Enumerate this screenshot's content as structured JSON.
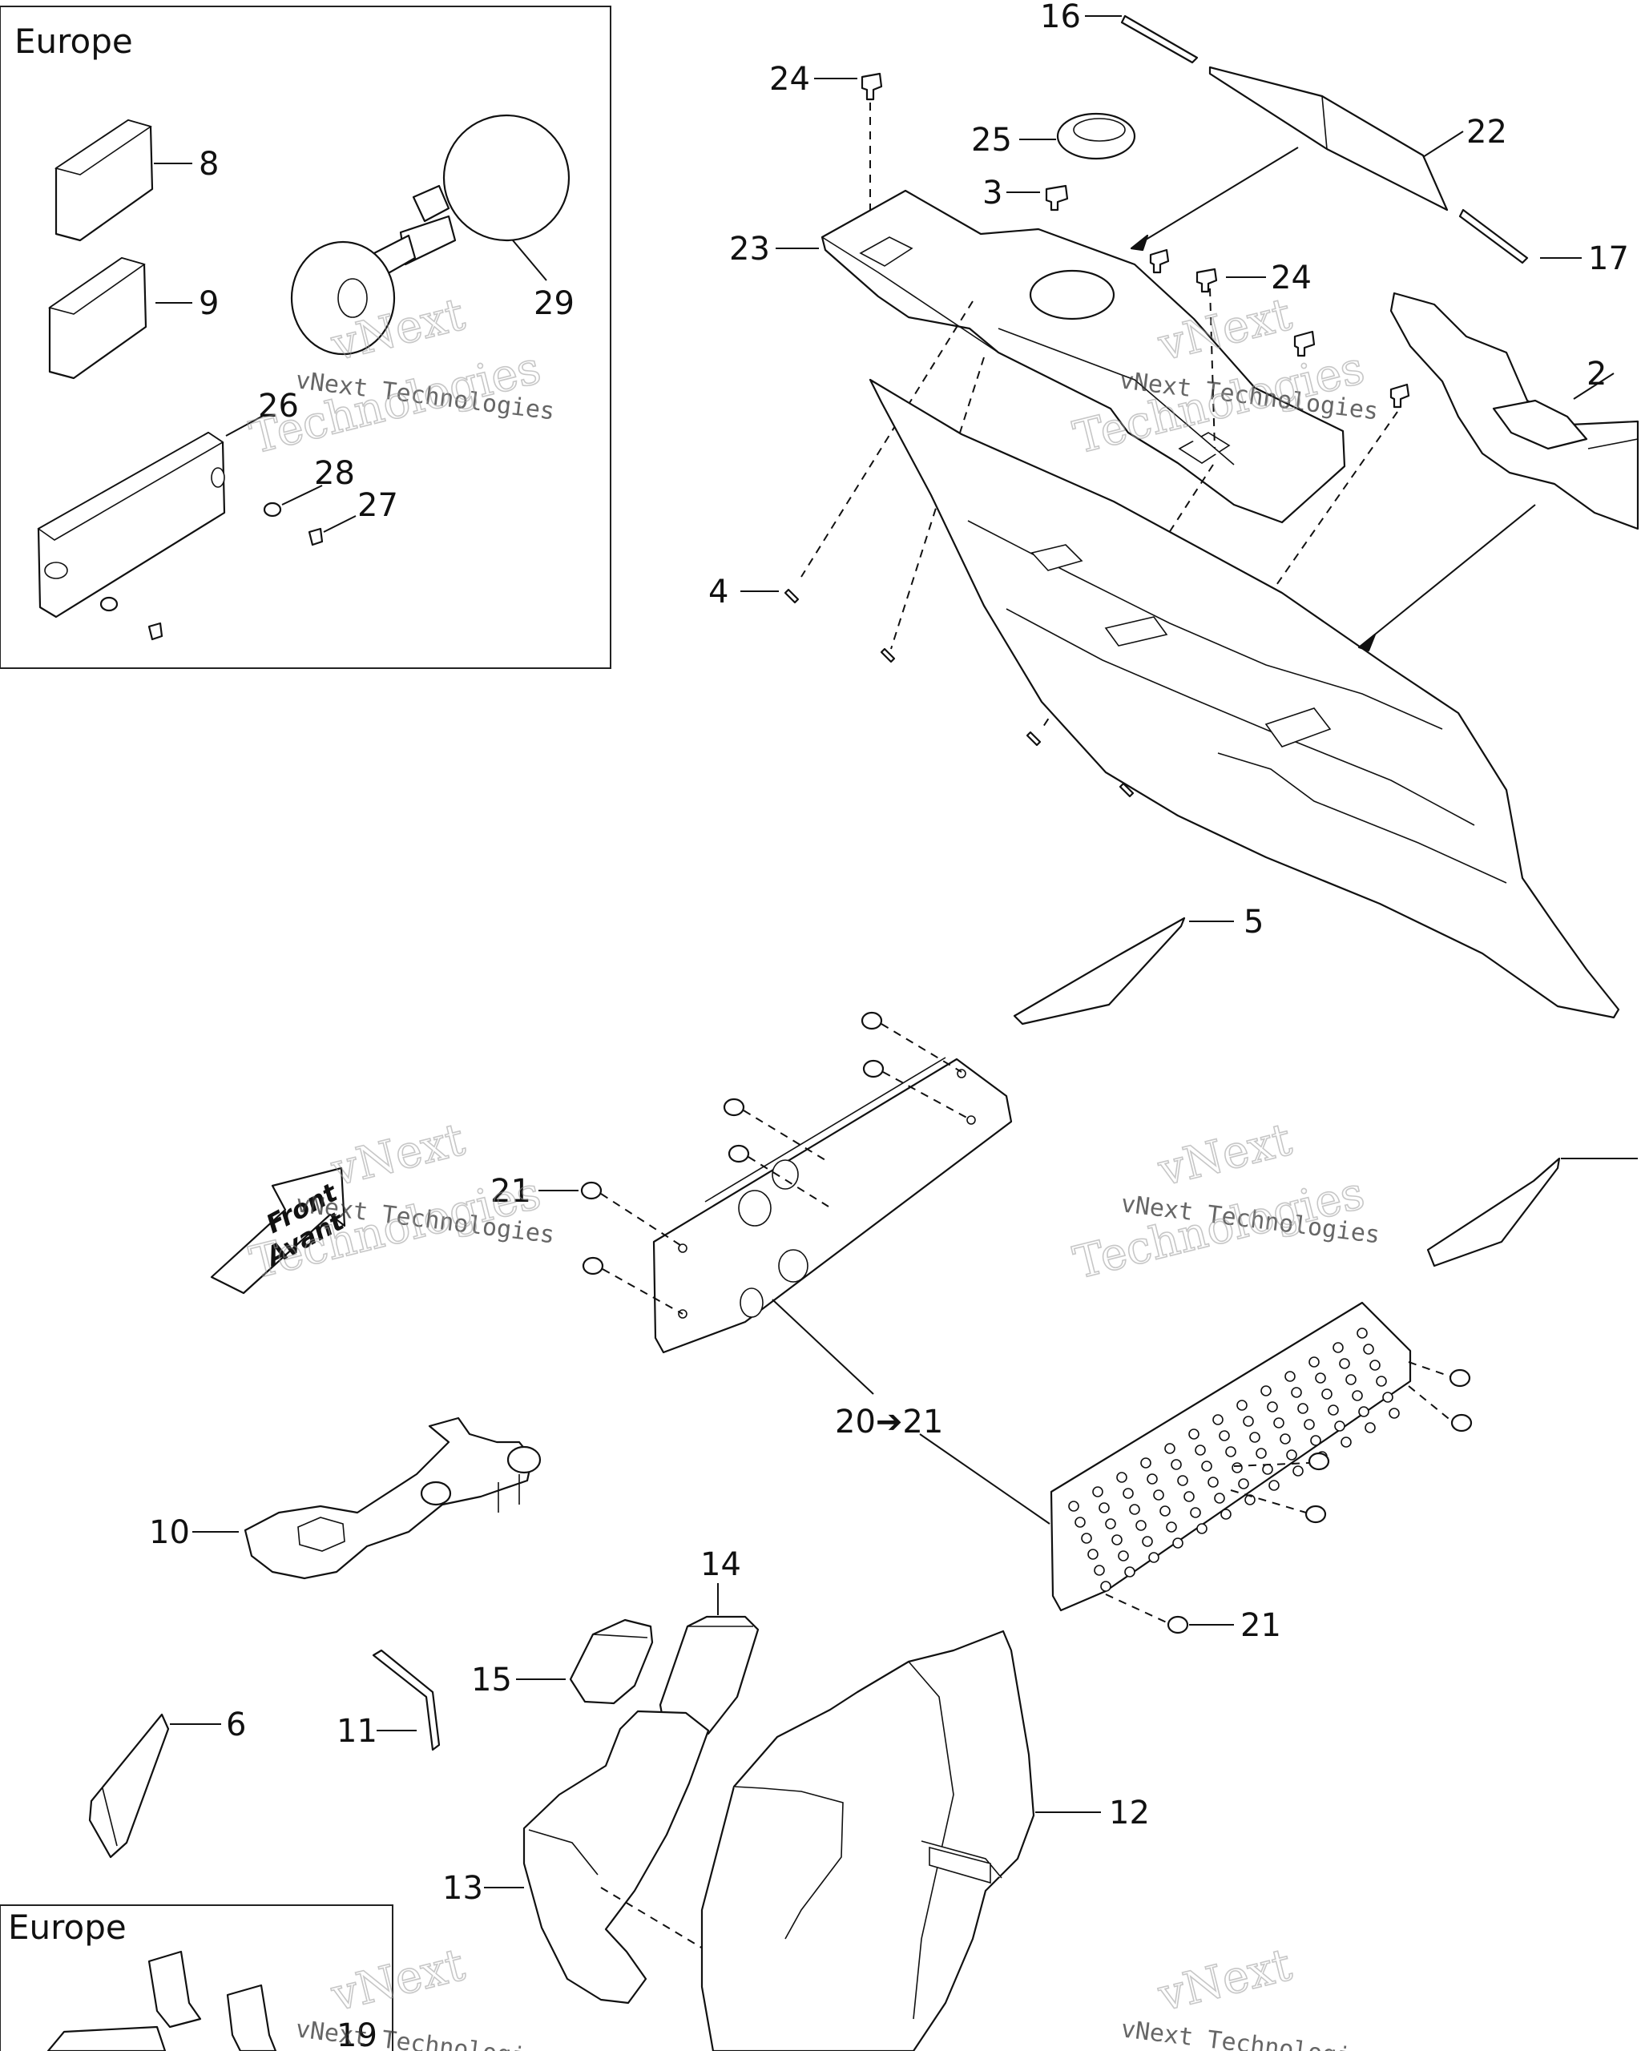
{
  "regions": {
    "top_left_title": "Europe",
    "bottom_left_title": "Europe"
  },
  "front_arrow": {
    "line1": "Front",
    "line2": "Avant"
  },
  "watermark": {
    "brand": "vNext",
    "company": "Technologies",
    "full": "vNext Technologies"
  },
  "callouts": {
    "c16": "16",
    "c24a": "24",
    "c22": "22",
    "c25": "25",
    "c3": "3",
    "c23": "23",
    "c17": "17",
    "c24b": "24",
    "c2": "2",
    "c8": "8",
    "c9": "9",
    "c29": "29",
    "c26": "26",
    "c28": "28",
    "c27": "27",
    "c4": "4",
    "c5": "5",
    "c21a": "21",
    "c20to21": "20➔21",
    "c10": "10",
    "c14": "14",
    "c21b": "21",
    "c15": "15",
    "c6": "6",
    "c11": "11",
    "c12": "12",
    "c13": "13",
    "c19": "19"
  },
  "colors": {
    "ink": "#111111",
    "watermark": "#9a9a9a",
    "background": "#ffffff"
  }
}
